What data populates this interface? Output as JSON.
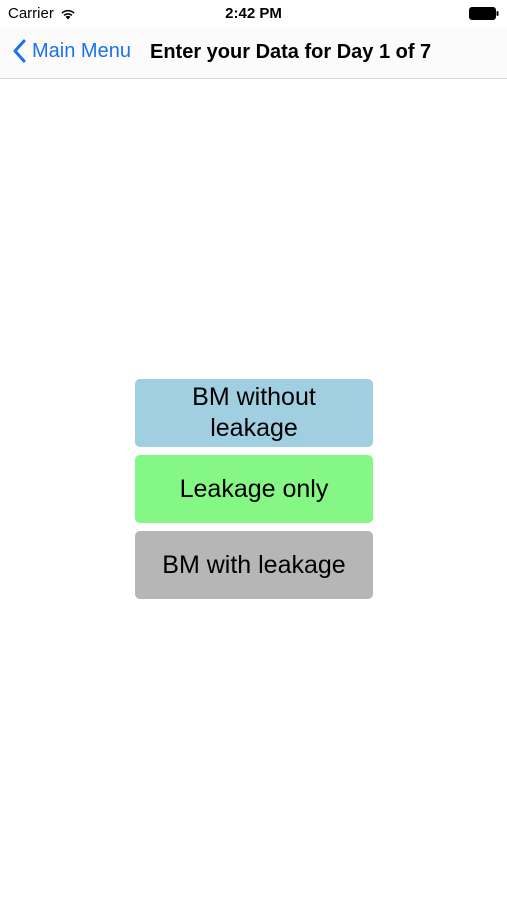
{
  "status_bar": {
    "carrier": "Carrier",
    "time": "2:42 PM",
    "wifi_icon": "wifi-icon",
    "battery_icon": "battery-icon"
  },
  "nav_bar": {
    "back_label": "Main Menu",
    "back_icon": "chevron-left-icon",
    "title": "Enter your Data for Day 1 of 7",
    "accent_color": "#1a73e8"
  },
  "options": [
    {
      "label": "BM without leakage",
      "color": "#9fcfe0"
    },
    {
      "label": "Leakage only",
      "color": "#85f785"
    },
    {
      "label": "BM with leakage",
      "color": "#b6b6b6"
    }
  ]
}
